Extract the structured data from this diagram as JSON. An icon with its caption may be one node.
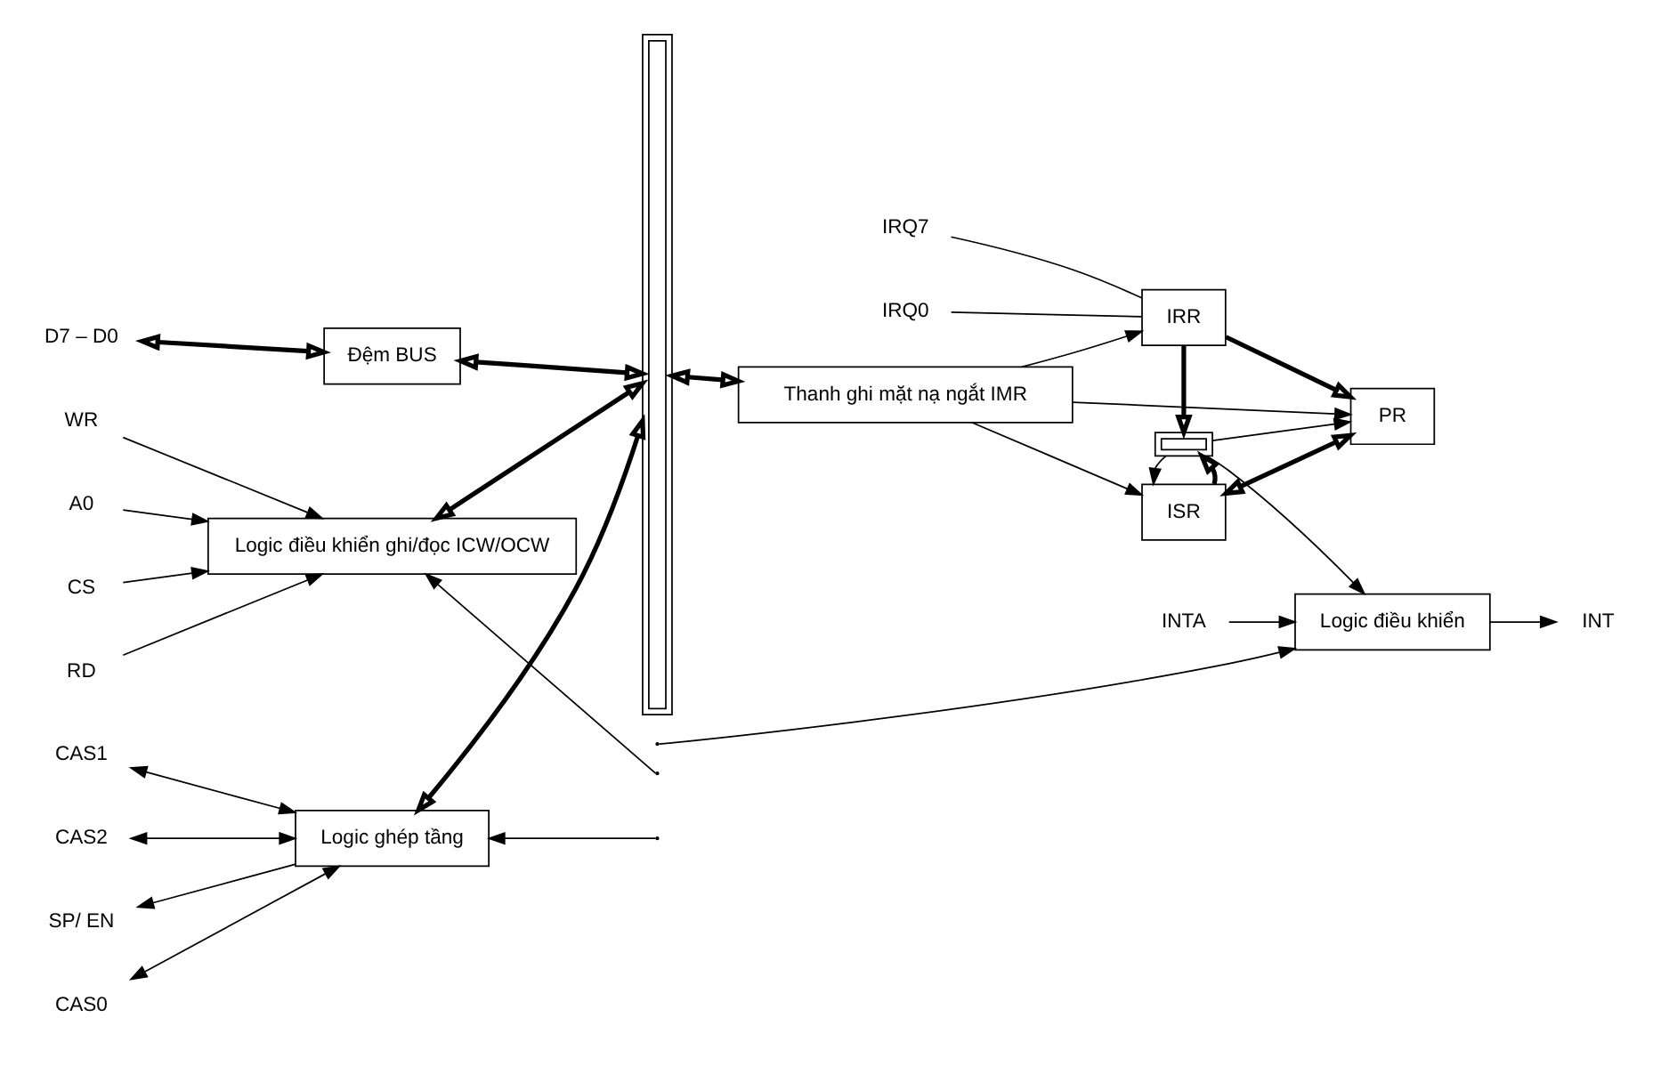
{
  "diagram": {
    "nodes": [
      {
        "text": [
          "D7 – D0"
        ]
      },
      {
        "text": [
          "Đệm BUS"
        ]
      },
      {
        "text": [
          "INT"
        ]
      },
      {
        "text": [
          "INTA"
        ]
      },
      {
        "text": [
          "Logic điều khiển"
        ]
      },
      {
        "text": [],
        "shape": "bar"
      },
      {
        "text": [],
        "shape": "bar"
      },
      {
        "text": [
          "RD"
        ]
      },
      {
        "text": [
          "WR"
        ]
      },
      {
        "text": [
          "A0"
        ]
      },
      {
        "text": [
          "CS"
        ]
      },
      {
        "text": [
          "Logic điều khiển ghi/đọc ICW/OCW"
        ]
      },
      {
        "text": [
          "ISR"
        ]
      },
      {
        "text": [
          "PR"
        ]
      },
      {
        "text": [
          "IRR"
        ]
      },
      {
        "text": [
          "IRQ0"
        ]
      },
      {
        "text": [
          "IRQ7"
        ]
      },
      {
        "text": [
          "CAS0"
        ]
      },
      {
        "text": [
          "CAS1"
        ]
      },
      {
        "text": [
          "CAS2"
        ]
      },
      {
        "text": [
          "Logic ghép tầng"
        ]
      },
      {
        "text": [
          "Thanh ghi mặt nạ ngắt IMR"
        ]
      },
      {
        "text": [
          "SP/ EN"
        ]
      }
    ],
    "edges": [
      {
        "from": 0,
        "to": 1,
        "arrow": "both",
        "style": "thick"
      },
      {
        "from": 1,
        "to": 5,
        "arrow": "both",
        "style": "thick"
      },
      {
        "from": 4,
        "to": 2,
        "arrow": "to"
      },
      {
        "from": 3,
        "to": 4,
        "arrow": "to"
      },
      {
        "from": null,
        "to": 4,
        "arrow": "to"
      },
      {
        "from": null,
        "to": 11,
        "arrow": "to"
      },
      {
        "from": null,
        "to": 20,
        "arrow": "to"
      },
      {
        "from": 7,
        "to": 11,
        "arrow": "to"
      },
      {
        "from": 8,
        "to": 11,
        "arrow": "to"
      },
      {
        "from": 9,
        "to": 11,
        "arrow": "to"
      },
      {
        "from": 10,
        "to": 11,
        "arrow": "to"
      },
      {
        "from": 11,
        "to": 5,
        "arrow": "both",
        "style": "thick"
      },
      {
        "from": 6,
        "to": 4,
        "arrow": "to"
      },
      {
        "from": 12,
        "to": 6,
        "arrow": "to",
        "style": "thick"
      },
      {
        "from": 6,
        "to": 12,
        "arrow": "to"
      },
      {
        "from": 6,
        "to": 13,
        "arrow": "to"
      },
      {
        "from": 14,
        "to": 6,
        "arrow": "to",
        "style": "thick"
      },
      {
        "from": 12,
        "to": 13,
        "arrow": "both",
        "style": "thick"
      },
      {
        "from": 14,
        "to": 13,
        "arrow": "to",
        "style": "thick"
      },
      {
        "from": 15,
        "to": 14,
        "arrow": "none"
      },
      {
        "from": 16,
        "to": 14,
        "arrow": "none"
      },
      {
        "from": 17,
        "to": 20,
        "arrow": "both"
      },
      {
        "from": 18,
        "to": 20,
        "arrow": "both"
      },
      {
        "from": 19,
        "to": 20,
        "arrow": "both"
      },
      {
        "from": 20,
        "to": 22,
        "arrow": "to"
      },
      {
        "from": 20,
        "to": 5,
        "arrow": "both",
        "style": "thick"
      },
      {
        "from": 5,
        "to": 21,
        "arrow": "both",
        "style": "thick"
      },
      {
        "from": 21,
        "to": 12,
        "arrow": "to"
      },
      {
        "from": 21,
        "to": 13,
        "arrow": "to"
      },
      {
        "from": 21,
        "to": 14,
        "arrow": "to"
      }
    ]
  }
}
